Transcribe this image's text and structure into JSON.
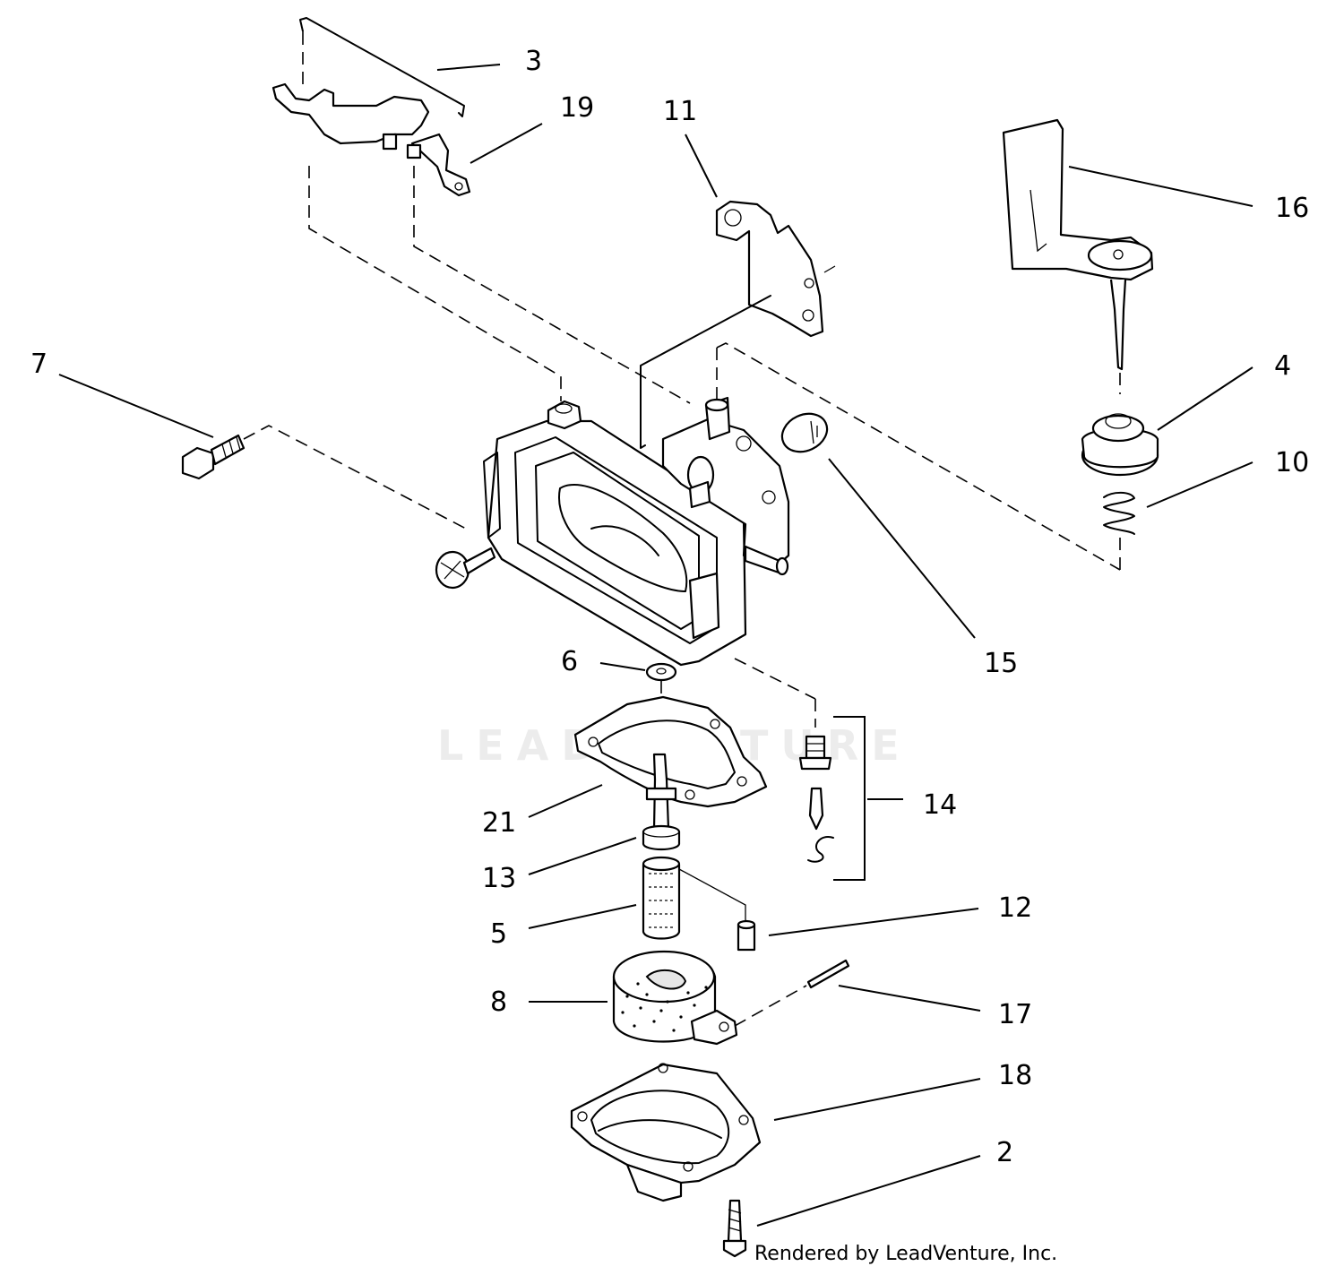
{
  "callouts": {
    "p2": "2",
    "p3": "3",
    "p4": "4",
    "p5": "5",
    "p6": "6",
    "p7": "7",
    "p8": "8",
    "p10": "10",
    "p11": "11",
    "p12": "12",
    "p13": "13",
    "p14": "14",
    "p15": "15",
    "p16": "16",
    "p17": "17",
    "p18": "18",
    "p19": "19",
    "p21": "21"
  },
  "watermark": "LEADVENTURE",
  "credit": "Rendered by LeadVenture, Inc."
}
